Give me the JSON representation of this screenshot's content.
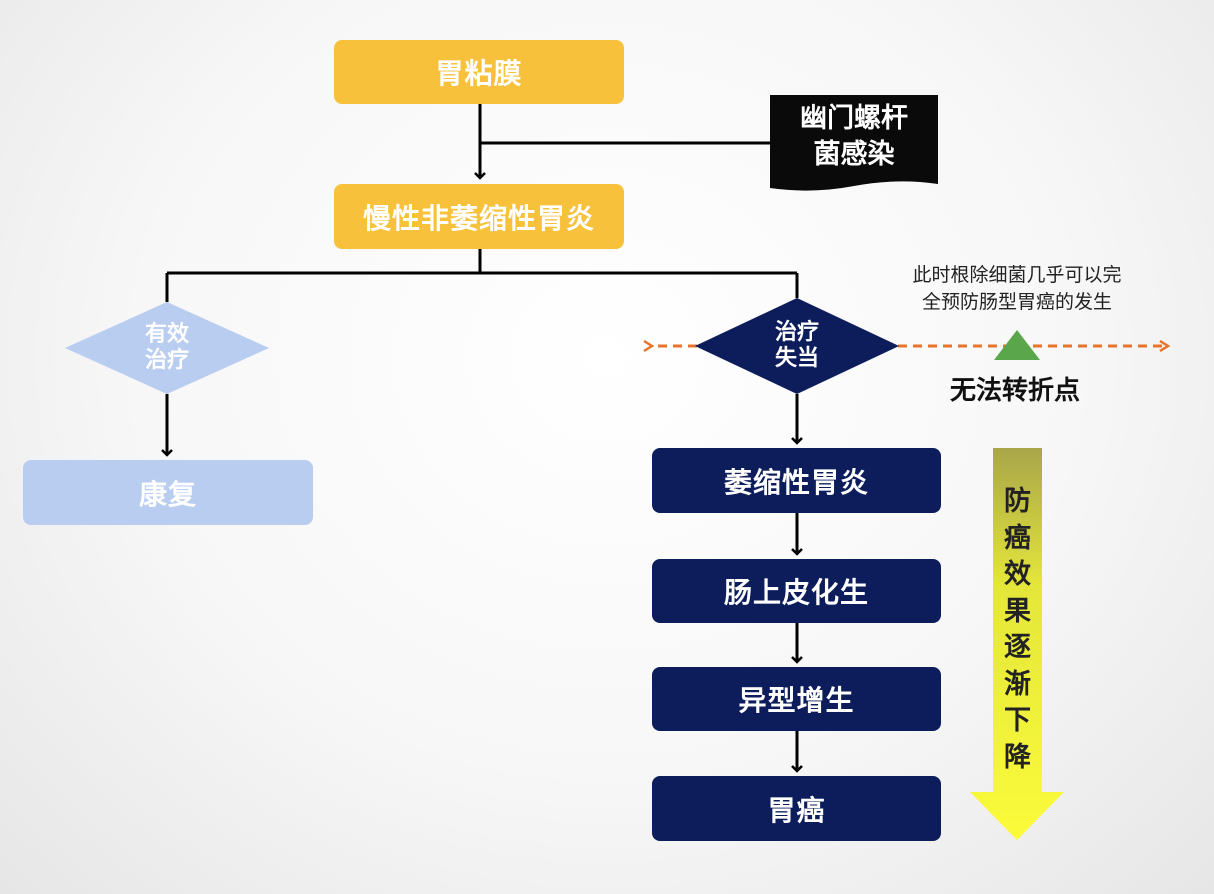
{
  "nodes": {
    "mucosa": "胃粘膜",
    "hp_line1": "幽门螺杆",
    "hp_line2": "菌感染",
    "chronic": "慢性非萎缩性胃炎",
    "effective_line1": "有效",
    "effective_line2": "治疗",
    "recovery": "康复",
    "failed_line1": "治疗",
    "failed_line2": "失当",
    "atrophic": "萎缩性胃炎",
    "metaplasia": "肠上皮化生",
    "dysplasia": "异型增生",
    "cancer": "胃癌"
  },
  "annotations": {
    "note_line1": "此时根除细菌几乎可以完",
    "note_line2": "全预防肠型胃癌的发生",
    "no_return": "无法转折点",
    "decline": [
      "防",
      "癌",
      "效",
      "果",
      "逐",
      "渐",
      "下",
      "降"
    ]
  },
  "colors": {
    "yellow": "#f7c13c",
    "light_blue": "#b9cdf1",
    "navy": "#0d1d5c",
    "orange_dash": "#e8732a",
    "green_marker": "#5aa64a"
  }
}
